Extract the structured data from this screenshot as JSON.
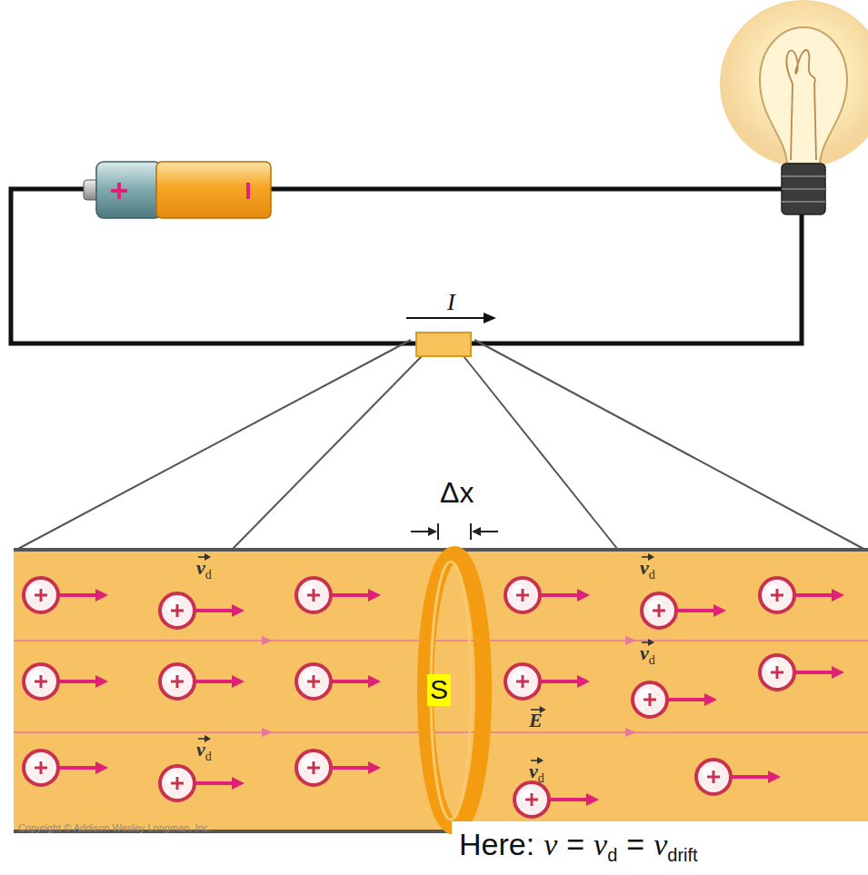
{
  "diagram": {
    "labels": [
      "I",
      "Δx",
      "S",
      "v",
      "d",
      "v",
      "d",
      "v",
      "d",
      "v",
      "d",
      "v",
      "d",
      "E",
      "Copyright © Addison Wesley Longman, Inc.",
      "Here:",
      "v",
      "=",
      "v",
      "d",
      "=",
      "v",
      "drift"
    ]
  }
}
